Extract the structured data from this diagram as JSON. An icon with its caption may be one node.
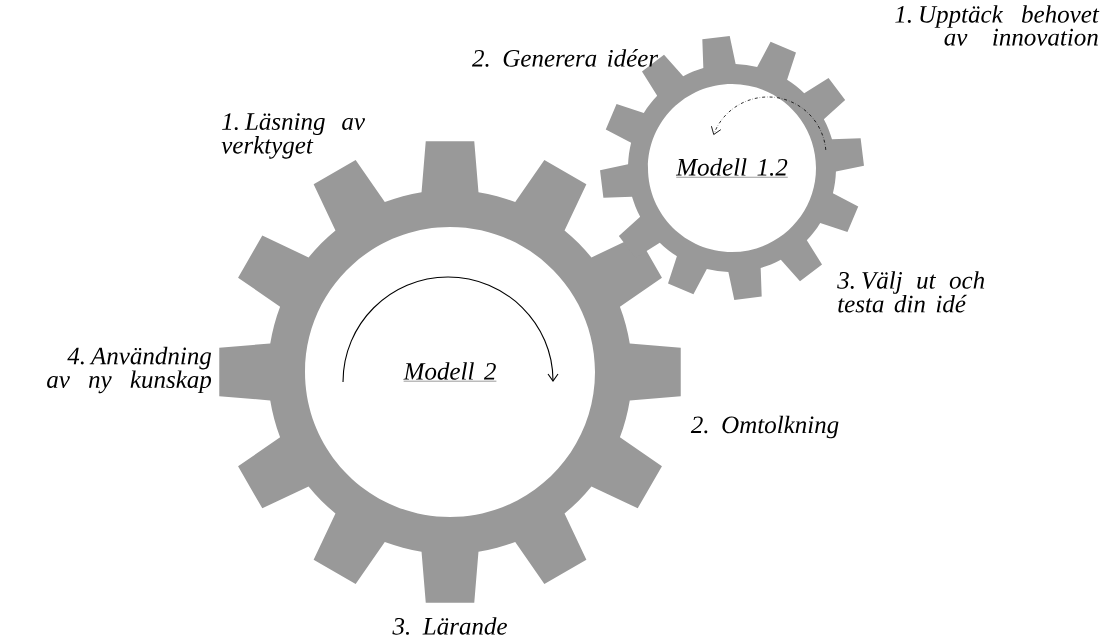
{
  "diagram": {
    "nodes": [
      {
        "text": [
          "Modell 2"
        ]
      },
      {
        "text": [
          "Modell 1.2"
        ]
      }
    ],
    "labels": [
      "1. Upptäck behovet av innovation",
      "2. Generera idéer",
      "1. Läsning av verktyget",
      "3. Välj ut och testa din idé",
      "4. Användning av ny kunskap",
      "2. Omtolkning",
      "3. Lärande"
    ]
  }
}
